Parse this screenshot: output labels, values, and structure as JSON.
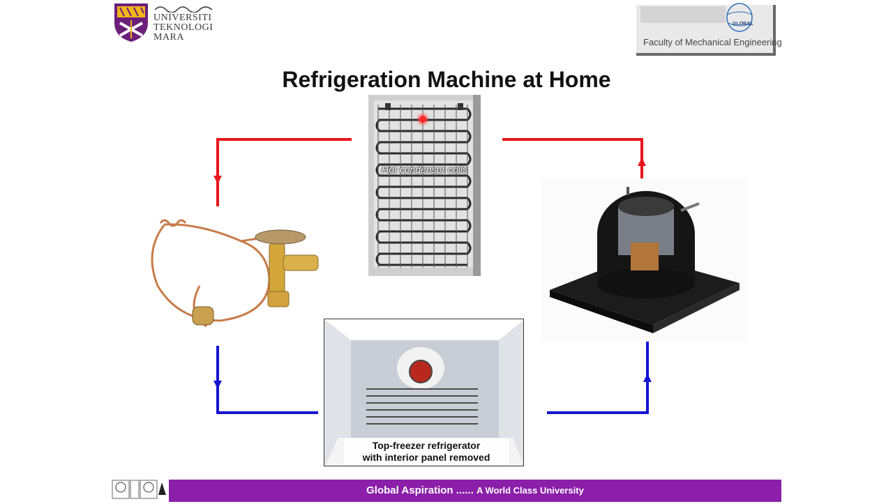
{
  "header": {
    "university_lines": [
      "UNIVERSITI",
      "TEKNOLOGI",
      "MARA"
    ],
    "faculty": "Faculty of Mechanical Engineering",
    "faculty_logo_text": "GLOBAL"
  },
  "slide": {
    "title": "Refrigeration Machine at Home",
    "condenser_caption": "Hot condensor coils",
    "freezer_caption_line1": "Top-freezer refrigerator",
    "freezer_caption_line2": "with interior panel removed"
  },
  "footer": {
    "slogan_main": "Global Aspiration ......",
    "slogan_sub": "A World Class University"
  },
  "colors": {
    "hot_line": "#e8141c",
    "cold_line": "#1414d2",
    "footer_bar": "#8b1fa9"
  }
}
